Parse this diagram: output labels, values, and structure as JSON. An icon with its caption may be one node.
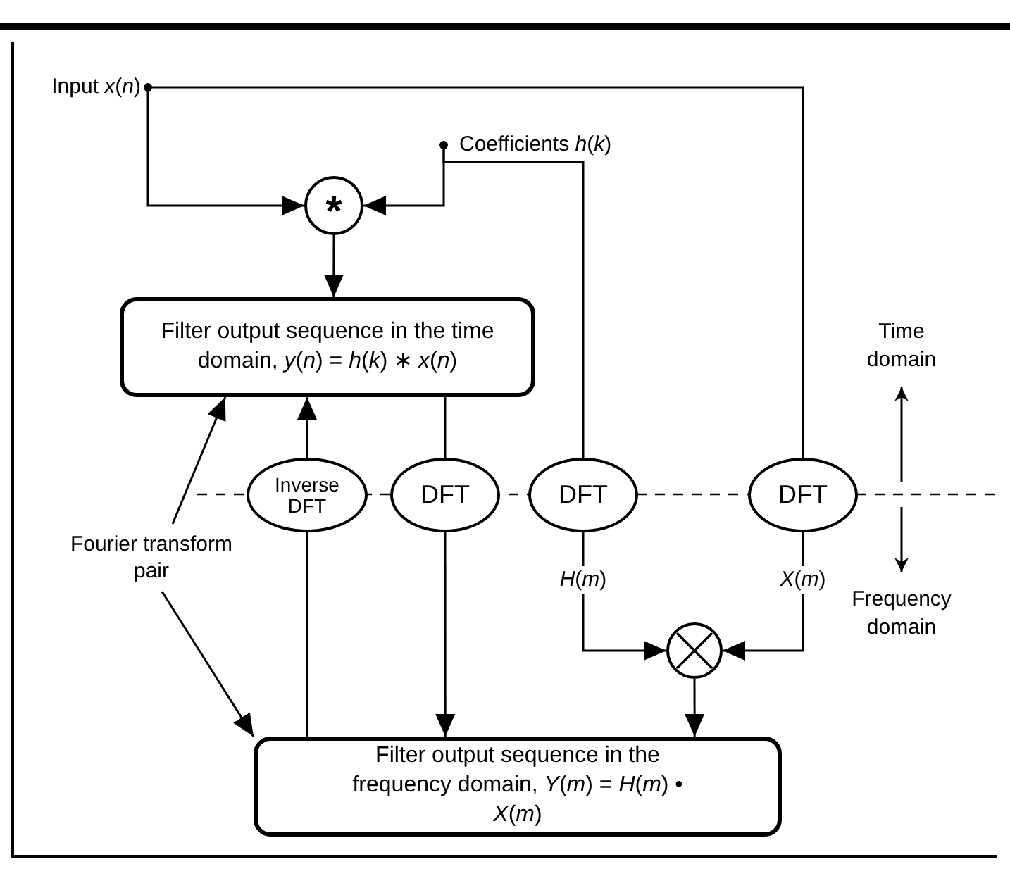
{
  "diagram": {
    "nodes": [
      {
        "text": [
          "Input *x*(*n*)"
        ]
      },
      {
        "text": [
          "Coefficients *h*(*k*)"
        ]
      },
      {
        "text": [
          "*"
        ]
      },
      {
        "text": [
          "Filter output sequence in the time domain, *y*(*n*) = *h*(*k*) ∗ *x*(*n*)"
        ]
      },
      {
        "text": [
          "Inverse DFT"
        ]
      },
      {
        "text": [
          "DFT"
        ]
      },
      {
        "text": [
          "DFT"
        ]
      },
      {
        "text": [
          "DFT"
        ]
      },
      {
        "text": [],
        "shape": "circle"
      },
      {
        "text": [
          "*H*(*m*)"
        ]
      },
      {
        "text": [
          "*X*(*m*)"
        ]
      },
      {
        "text": [
          "Filter output sequence in the frequency domain, *Y*(*m*) = *H*(*m*) • *X*(*m*)"
        ]
      },
      {
        "text": [
          "Fourier transform pair"
        ]
      }
    ],
    "edges": [
      {
        "from": 0,
        "to": 2,
        "arrow": "to"
      },
      {
        "from": 1,
        "to": 2,
        "arrow": "to"
      },
      {
        "from": 0,
        "to": 7,
        "arrow": "none"
      },
      {
        "from": 1,
        "to": 6,
        "arrow": "none"
      },
      {
        "from": 2,
        "to": 3,
        "arrow": "to"
      },
      {
        "from": 4,
        "to": 3,
        "arrow": "to"
      },
      {
        "from": 3,
        "to": 5,
        "arrow": "none"
      },
      {
        "from": 5,
        "to": 11,
        "arrow": "to"
      },
      {
        "from": 11,
        "to": 4,
        "arrow": "none"
      },
      {
        "from": 6,
        "to": 9,
        "arrow": "none"
      },
      {
        "from": 9,
        "to": 8,
        "arrow": "to"
      },
      {
        "from": 7,
        "to": 10,
        "arrow": "none"
      },
      {
        "from": 10,
        "to": 8,
        "arrow": "to"
      },
      {
        "from": 8,
        "to": 11,
        "arrow": "to"
      },
      {
        "from": 12,
        "to": 3,
        "arrow": "to"
      },
      {
        "from": 12,
        "to": 11,
        "arrow": "to"
      }
    ],
    "labels": [
      "Time domain",
      "Frequency domain"
    ]
  }
}
